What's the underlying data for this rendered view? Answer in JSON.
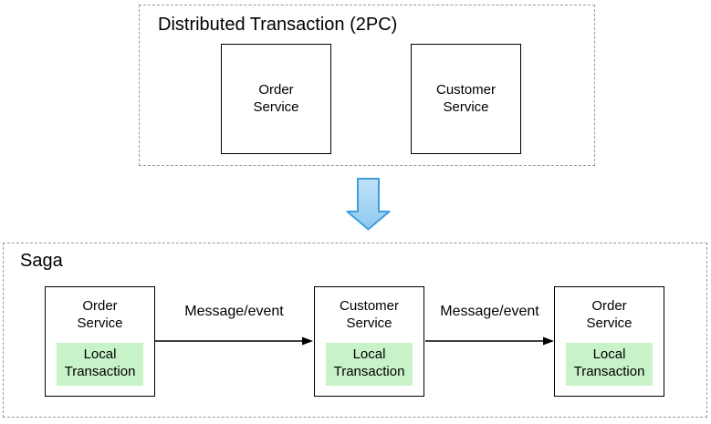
{
  "colors": {
    "box_border": "#000000",
    "dashed_border": "#999999",
    "local_transaction_fill": "#c8f2c8",
    "down_arrow_fill_top": "#c2e2f8",
    "down_arrow_fill_bottom": "#8fc8ef",
    "down_arrow_stroke": "#3c9ede",
    "text": "#000000"
  },
  "two_pc": {
    "title": "Distributed Transaction (2PC)",
    "services": [
      {
        "label": "Order\nService"
      },
      {
        "label": "Customer\nService"
      }
    ]
  },
  "transition": {
    "icon": "down-arrow"
  },
  "saga": {
    "title": "Saga",
    "steps": [
      {
        "service": "Order\nService",
        "local_transaction": "Local\nTransaction"
      },
      {
        "service": "Customer\nService",
        "local_transaction": "Local\nTransaction"
      },
      {
        "service": "Order\nService",
        "local_transaction": "Local\nTransaction"
      }
    ],
    "arrows": [
      {
        "label": "Message/event"
      },
      {
        "label": "Message/event"
      }
    ]
  }
}
